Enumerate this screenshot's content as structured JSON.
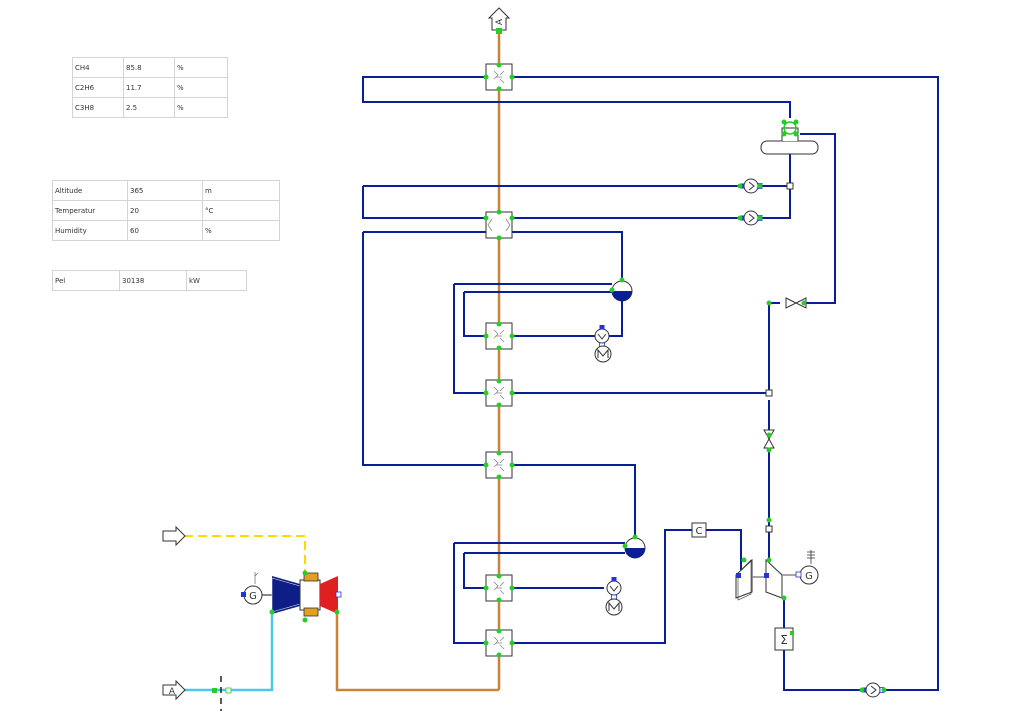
{
  "composition_table": {
    "rows": [
      {
        "name": "CH4",
        "value": "85.8",
        "unit": "%"
      },
      {
        "name": "C2H6",
        "value": "11.7",
        "unit": "%"
      },
      {
        "name": "C3H8",
        "value": "2.5",
        "unit": "%"
      }
    ]
  },
  "ambient_table": {
    "rows": [
      {
        "name": "Altitude",
        "value": "365",
        "unit": "m"
      },
      {
        "name": "Temperatur",
        "value": "20",
        "unit": "°C"
      },
      {
        "name": "Humidity",
        "value": "60",
        "unit": "%"
      }
    ]
  },
  "power_table": {
    "rows": [
      {
        "name": "Pel",
        "value": "30138",
        "unit": "kW"
      }
    ]
  },
  "labels": {
    "exhaust_outlet": "A",
    "air_inlet": "A",
    "generator_gt": "G",
    "generator_st": "G",
    "condenser_sigma": "Σ",
    "splitter": "C"
  },
  "colors": {
    "water_steam": "#0a1e96",
    "flue_gas": "#c8853a",
    "air": "#4cc8ec",
    "fuel": "#ffd800",
    "port": "#27cc27",
    "port_blue": "#2233dd",
    "compressor_fill": "#0f1e86",
    "turbine_fill": "#e02020",
    "combustor_fill": "#e0a020"
  }
}
